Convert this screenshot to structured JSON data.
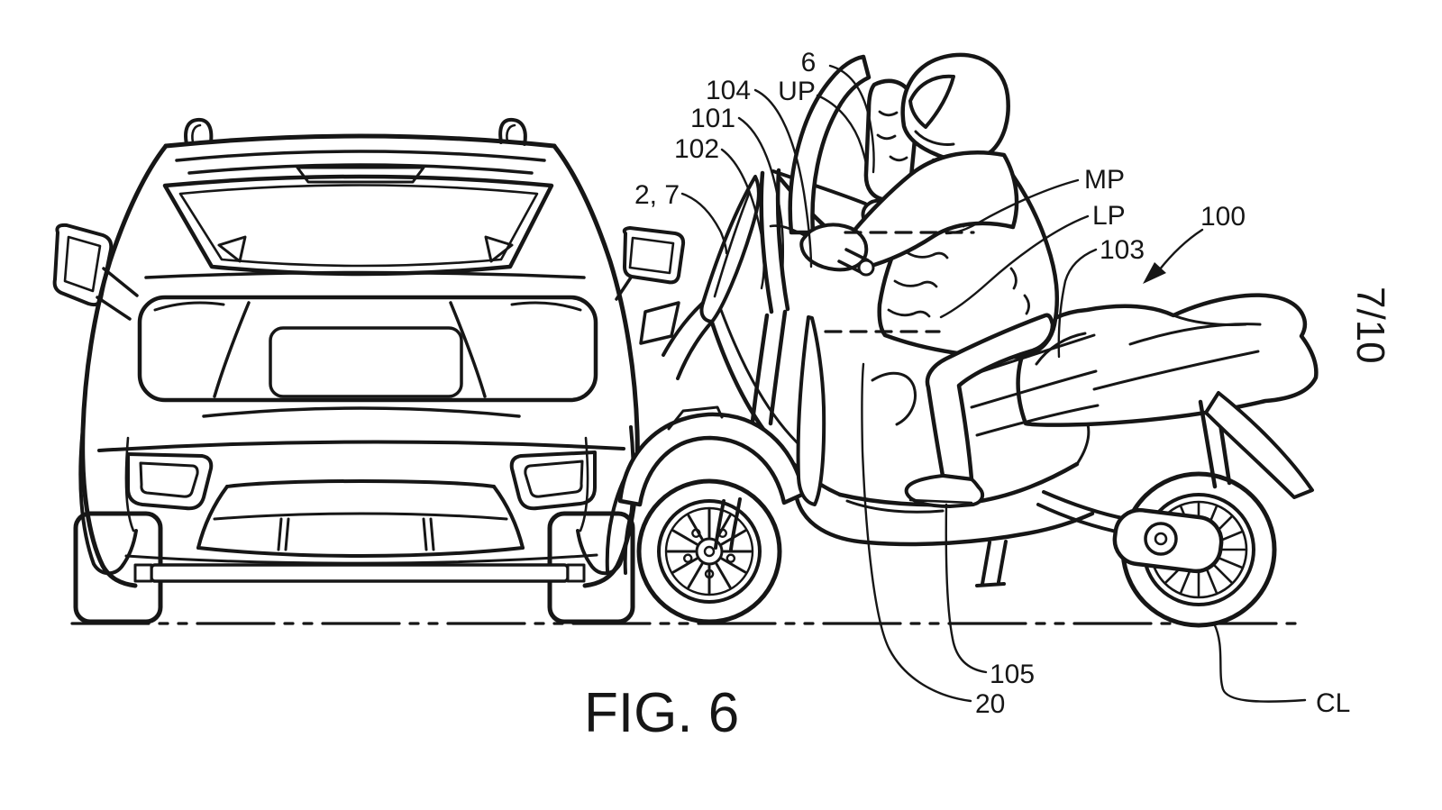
{
  "figure": {
    "caption": "FIG. 6",
    "sheet_number": "7/10"
  },
  "labels": {
    "n6": "6",
    "up": "UP",
    "n104": "104",
    "n101": "101",
    "n102": "102",
    "n27": "2, 7",
    "mp": "MP",
    "lp": "LP",
    "n103": "103",
    "n100": "100",
    "n105": "105",
    "n20": "20",
    "cl": "CL"
  },
  "colors": {
    "line": "#161616",
    "background": "#ffffff"
  }
}
